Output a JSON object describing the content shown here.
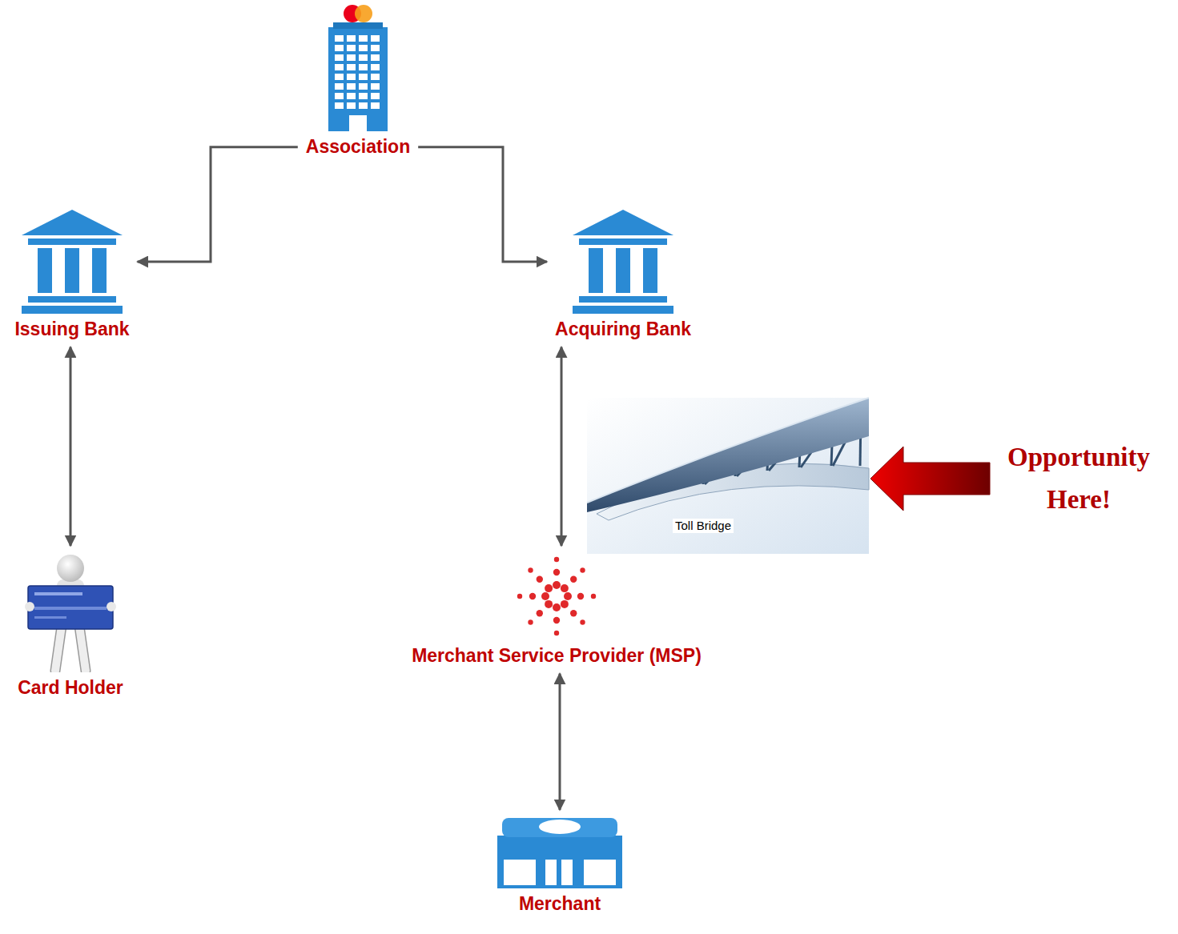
{
  "diagram": {
    "nodes": [
      {
        "text": [
          "Association"
        ]
      },
      {
        "text": [
          "Issuing Bank"
        ]
      },
      {
        "text": [
          "Acquiring Bank"
        ]
      },
      {
        "text": [
          "Card Holder"
        ]
      },
      {
        "text": [
          "Merchant Service Provider (MSP)"
        ]
      },
      {
        "text": [
          "Merchant"
        ]
      }
    ],
    "edges": [
      {
        "from": 0,
        "to": 1,
        "arrow": "to"
      },
      {
        "from": 0,
        "to": 2,
        "arrow": "to"
      },
      {
        "from": 1,
        "to": 3,
        "arrow": "both"
      },
      {
        "from": 2,
        "to": 4,
        "arrow": "both"
      },
      {
        "from": 4,
        "to": 5,
        "arrow": "both"
      }
    ],
    "labels": [
      "Toll Bridge",
      "Opportunity Here!"
    ]
  }
}
